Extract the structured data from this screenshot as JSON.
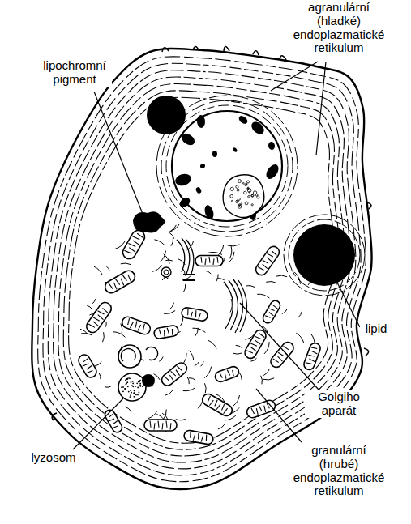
{
  "diagram": {
    "labels": [
      "lipochromní pigment",
      "agranulární (hladké) endoplazmatické retikulum",
      "lipid",
      "Golgiho aparát",
      "lyzosom",
      "granulární (hrubé) endoplazmatické retikulum"
    ]
  }
}
